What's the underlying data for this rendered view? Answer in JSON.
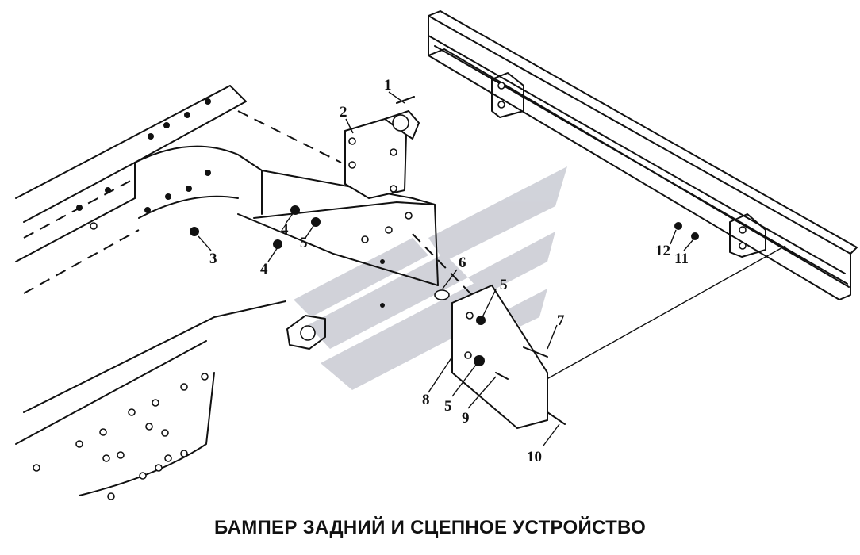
{
  "caption": "БАМПЕР ЗАДНИЙ И СЦЕПНОЕ УСТРОЙСТВО",
  "callouts": [
    "1",
    "2",
    "3",
    "4",
    "5",
    "4",
    "6",
    "5",
    "7",
    "8",
    "5",
    "9",
    "10",
    "12",
    "11"
  ],
  "colors": {
    "line": "#111111",
    "watermark": "#c9cbd3",
    "background": "#ffffff"
  },
  "watermark_icon": "stylized-wing-logo"
}
